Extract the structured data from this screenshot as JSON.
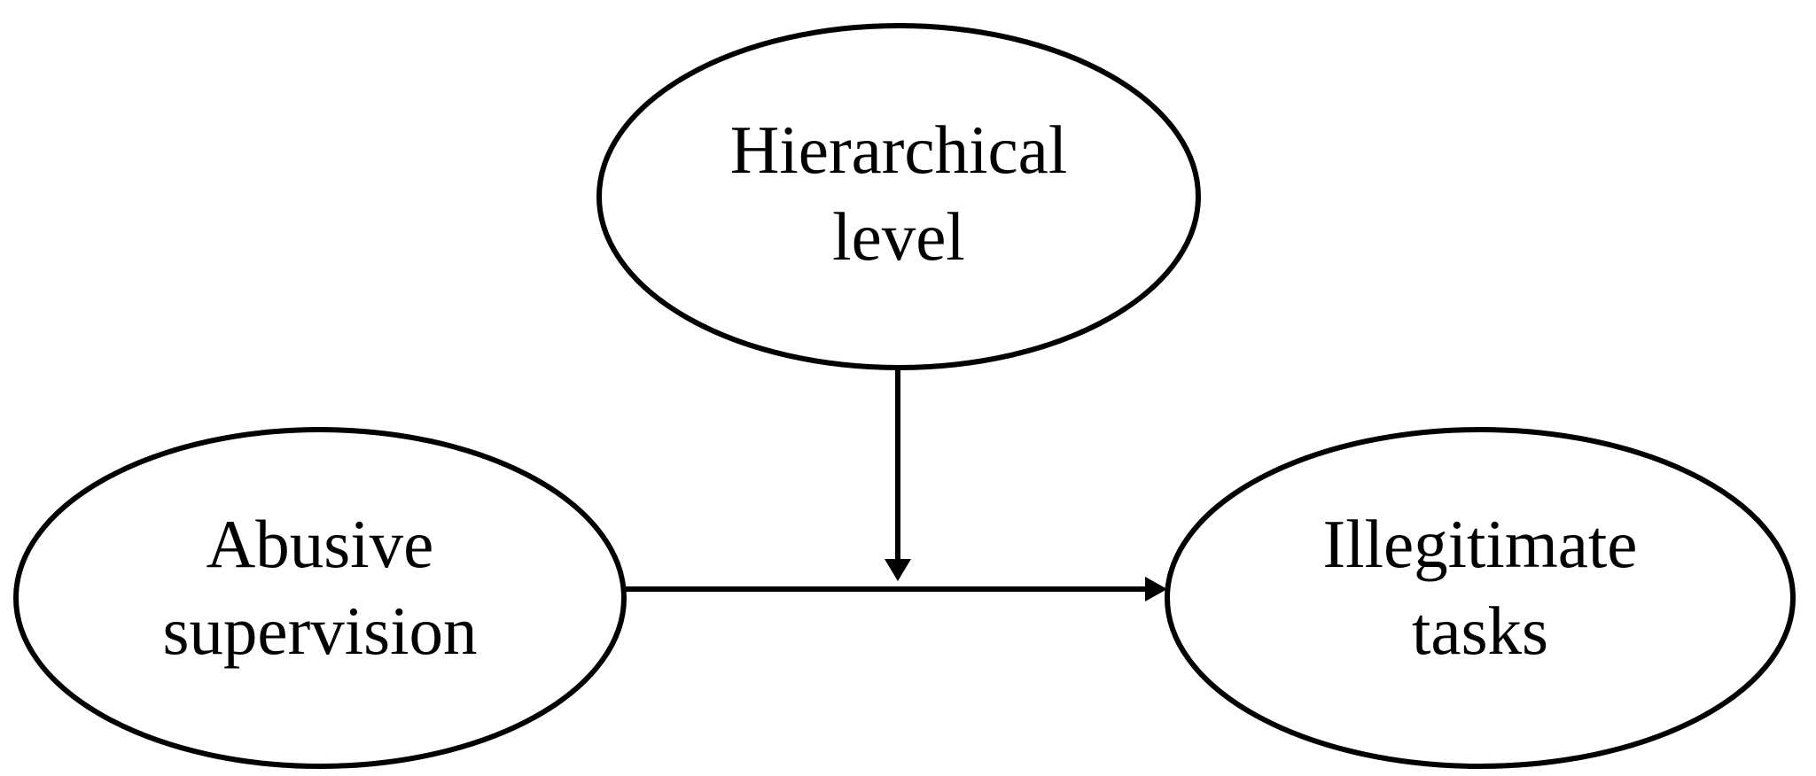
{
  "figure": {
    "kind": "moderation-model-diagram",
    "background_color": "#ffffff",
    "stroke_color": "#000000",
    "text_color": "#000000",
    "nodes": [
      {
        "id": "hierarchical-level",
        "label": "Hierarchical level",
        "lines": [
          "Hierarchical",
          "level"
        ]
      },
      {
        "id": "abusive-supervision",
        "label": "Abusive supervision",
        "lines": [
          "Abusive",
          "supervision"
        ]
      },
      {
        "id": "illegitimate-tasks",
        "label": "Illegitimate tasks",
        "lines": [
          "Illegitimate",
          "tasks"
        ]
      }
    ],
    "edges": [
      {
        "from": "abusive-supervision",
        "to": "illegitimate-tasks",
        "style": "straight-arrow"
      },
      {
        "from": "hierarchical-level",
        "to": "abusive-supervision->illegitimate-tasks",
        "style": "moderation-arrow"
      }
    ]
  }
}
